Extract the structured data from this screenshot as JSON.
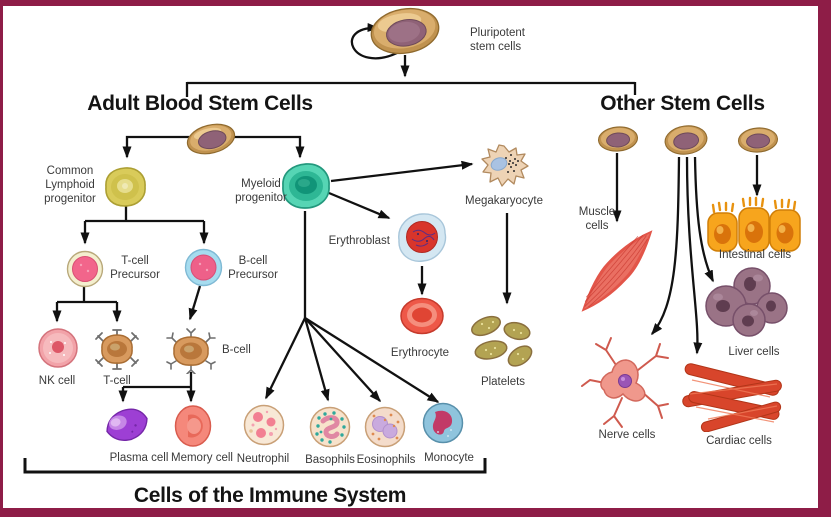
{
  "page": {
    "background": "#ffffff",
    "frame_color": "#8e1d47",
    "line_color": "#111111"
  },
  "headings": {
    "adult": "Adult Blood Stem Cells",
    "other": "Other Stem Cells",
    "immune": "Cells of the Immune System"
  },
  "nodes": {
    "pluripotent": "Pluripotent stem cells",
    "lymphoid": "Common Lymphoid progenitor",
    "myeloid": "Myeloid progenitor",
    "tcell_precursor": "T-cell Precursor",
    "bcell_precursor": "B-cell Precursor",
    "nk_cell": "NK cell",
    "t_cell": "T-cell",
    "b_cell": "B-cell",
    "plasma_cell": "Plasma cell",
    "memory_cell": "Memory cell",
    "neutrophil": "Neutrophil",
    "basophils": "Basophils",
    "eosinophils": "Eosinophils",
    "monocyte": "Monocyte",
    "erythroblast": "Erythroblast",
    "erythrocyte": "Erythrocyte",
    "megakaryocyte": "Megakaryocyte",
    "platelets": "Platelets",
    "muscle_cells": "Muscle cells",
    "intestinal_cells": "Intestinal cells",
    "liver_cells": "Liver cells",
    "nerve_cells": "Nerve cells",
    "cardiac_cells": "Cardiac cells"
  },
  "edges": [
    "Pluripotent stem cells -> Adult Blood Stem Cells",
    "Pluripotent stem cells -> Other Stem Cells",
    "Pluripotent stem cells -> self-renewal",
    "Adult Blood Stem Cell -> Common Lymphoid progenitor",
    "Adult Blood Stem Cell -> Myeloid progenitor",
    "Common Lymphoid progenitor -> T-cell Precursor",
    "Common Lymphoid progenitor -> B-cell Precursor",
    "T-cell Precursor -> NK cell",
    "T-cell Precursor -> T-cell",
    "B-cell Precursor -> B-cell",
    "B-cell -> Plasma cell",
    "B-cell -> Memory cell",
    "Myeloid progenitor -> Neutrophil",
    "Myeloid progenitor -> Basophils",
    "Myeloid progenitor -> Eosinophils",
    "Myeloid progenitor -> Monocyte",
    "Myeloid progenitor -> Erythroblast",
    "Myeloid progenitor -> Megakaryocyte",
    "Erythroblast -> Erythrocyte",
    "Megakaryocyte -> Platelets",
    "Other stem cell 1 -> Muscle cells",
    "Other stem cell 2 -> Nerve cells",
    "Other stem cell 2 -> Cardiac cells",
    "Other stem cell 2 -> Liver cells",
    "Other stem cell 3 -> Intestinal cells"
  ]
}
